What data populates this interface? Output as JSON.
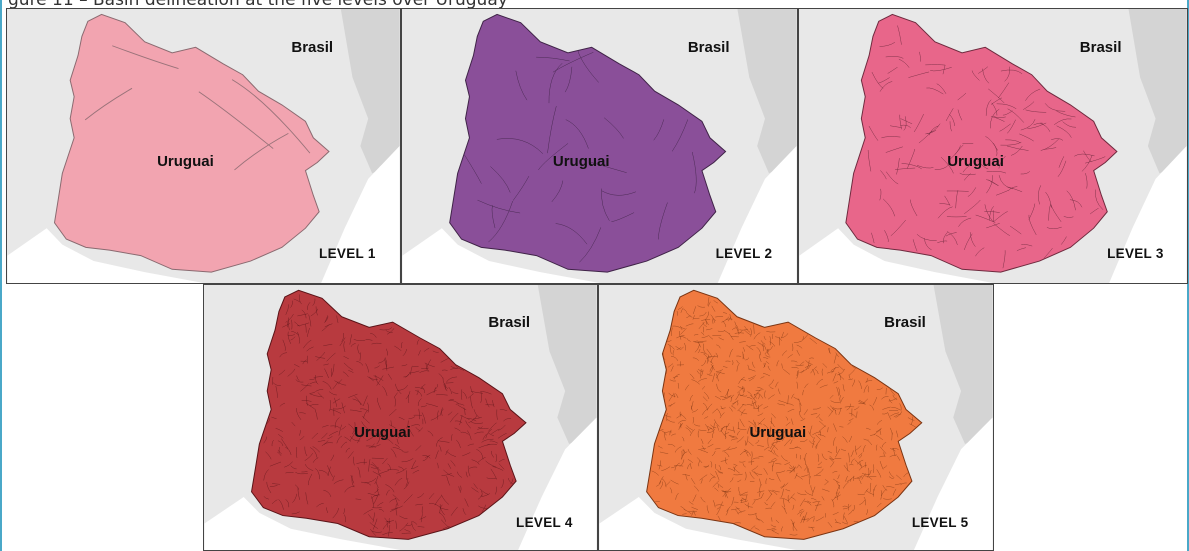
{
  "header": {
    "caption": "gure 11 – Basin delineation at the five levels over Uruguay"
  },
  "map": {
    "country_label": "Uruguai",
    "neighbor_label": "Brasil",
    "panels": [
      {
        "level_label": "LEVEL 1",
        "fill": "#f2a4b0",
        "stroke": "#8a6a70",
        "subdivisions": 9
      },
      {
        "level_label": "LEVEL 2",
        "fill": "#8a4f99",
        "stroke": "#3f2347",
        "subdivisions": 45
      },
      {
        "level_label": "LEVEL 3",
        "fill": "#e8668a",
        "stroke": "#6e2a3e",
        "subdivisions": 230
      },
      {
        "level_label": "LEVEL 4",
        "fill": "#b83a3f",
        "stroke": "#5a1418",
        "subdivisions": 700
      },
      {
        "level_label": "LEVEL 5",
        "fill": "#f07a40",
        "stroke": "#7a3412",
        "subdivisions": 1200
      }
    ],
    "colors": {
      "land_outside": "#e8e8e8",
      "neighbor_land": "#d4d4d4",
      "water": "#ffffff",
      "frame_accent": "#4aa8c8"
    }
  }
}
